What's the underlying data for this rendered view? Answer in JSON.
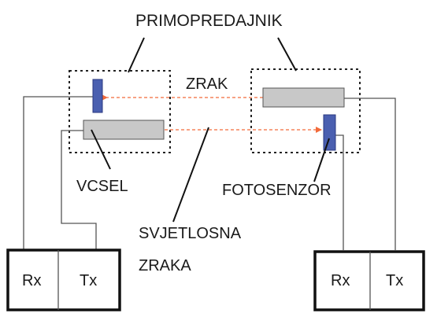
{
  "labels": {
    "transceiver": "PRIMOPREDAJNIK",
    "air": "ZRAK",
    "vcsel": "VCSEL",
    "photosensor": "FOTOSENZOR",
    "light_beam_line1": "SVJETLOSNA",
    "light_beam_line2": "ZRAKA"
  },
  "left_unit": {
    "rx": "Rx",
    "tx": "Tx"
  },
  "right_unit": {
    "rx": "Rx",
    "tx": "Tx"
  },
  "colors": {
    "line": "#555555",
    "thick_border": "#111111",
    "vcsel_fill": "#c8c8c8",
    "sensor_fill": "#4a5fb0",
    "sensor_stroke": "#2b3a80",
    "beam": "#f26a3a",
    "background": "#ffffff"
  }
}
